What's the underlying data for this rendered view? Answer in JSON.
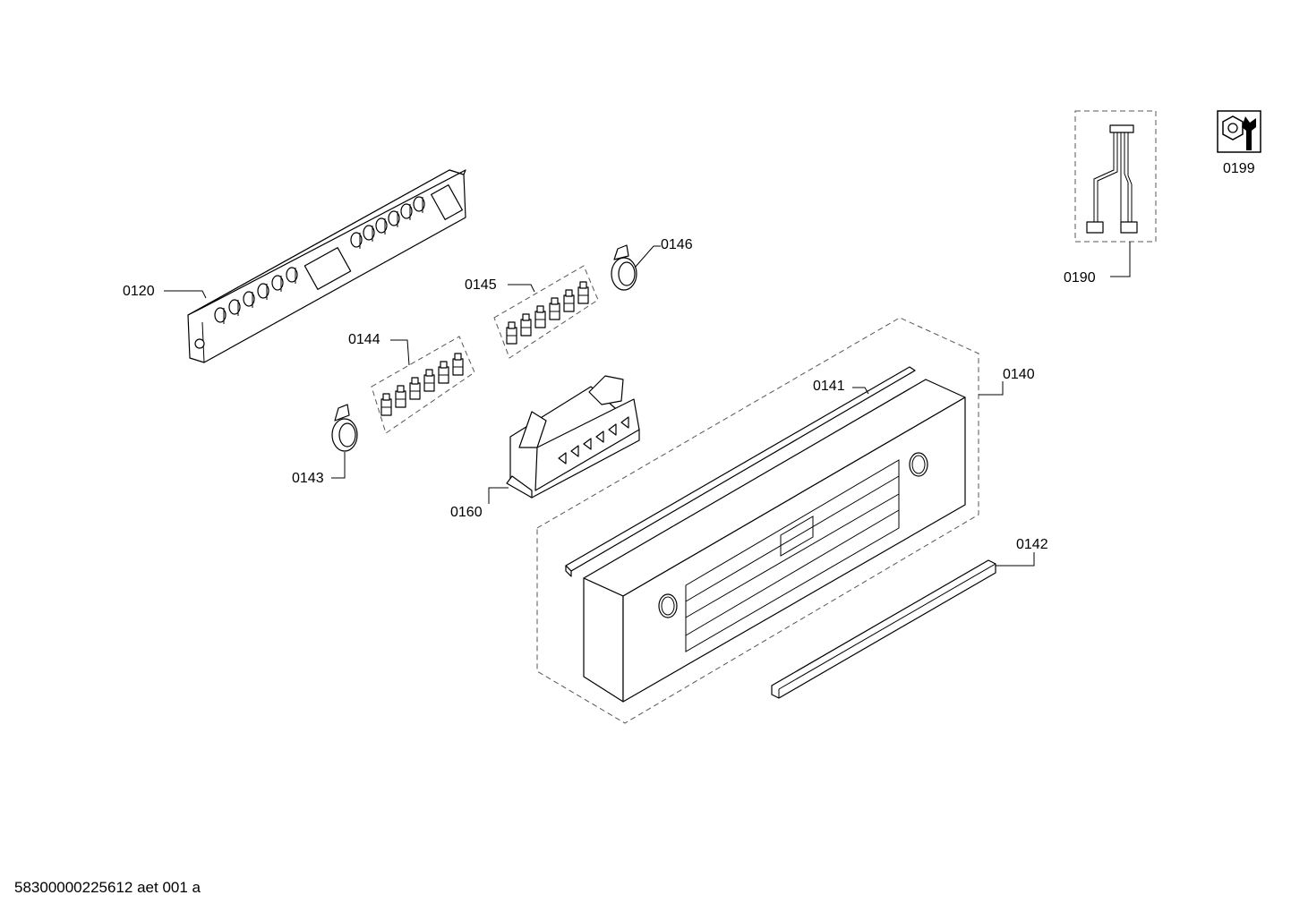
{
  "diagram": {
    "part_labels": {
      "p0120": "0120",
      "p0140": "0140",
      "p0141": "0141",
      "p0142": "0142",
      "p0143": "0143",
      "p0144": "0144",
      "p0145": "0145",
      "p0146": "0146",
      "p0160": "0160",
      "p0190": "0190",
      "p0199": "0199"
    },
    "document_id": "58300000225612 aet 001 a"
  }
}
